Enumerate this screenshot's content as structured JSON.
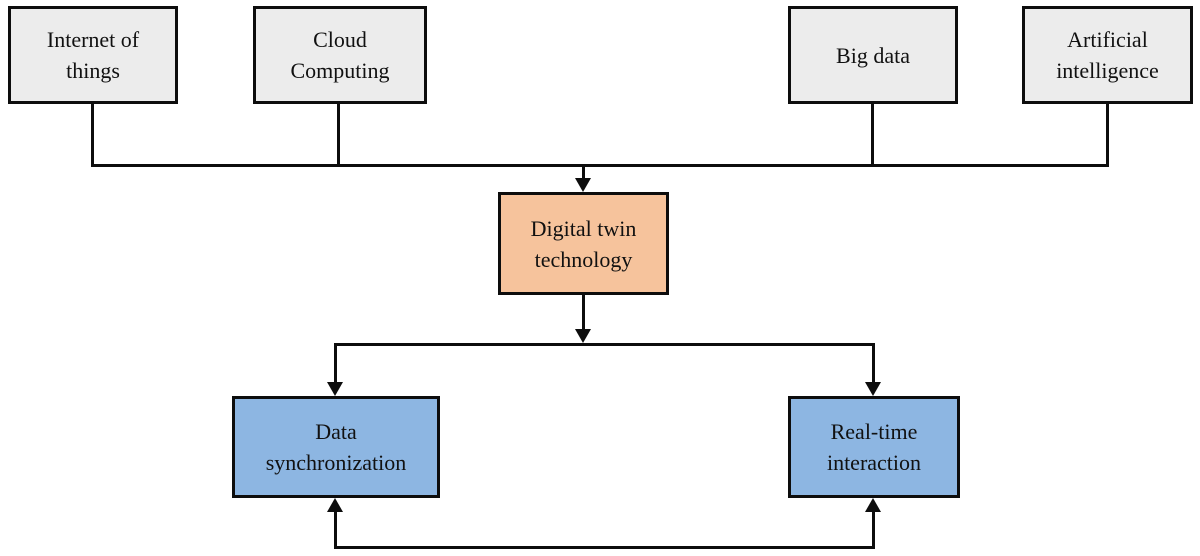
{
  "diagram": {
    "type": "flowchart",
    "background_color": "#ffffff",
    "line_color": "#0d0d0d",
    "colors": {
      "enabler_fill": "#ececec",
      "core_fill": "#f6c39c",
      "capability_fill": "#8db6e2",
      "border": "#0d0d0d"
    },
    "nodes": {
      "iot": {
        "label": "Internet of\nthings",
        "fill": "#ececec"
      },
      "cloud": {
        "label": "Cloud\nComputing",
        "fill": "#ececec"
      },
      "bigdata": {
        "label": "Big data",
        "fill": "#ececec"
      },
      "ai": {
        "label": "Artificial\nintelligence",
        "fill": "#ececec"
      },
      "digital_twin": {
        "label": "Digital twin\ntechnology",
        "fill": "#f6c39c"
      },
      "data_sync": {
        "label": "Data\nsynchronization",
        "fill": "#8db6e2"
      },
      "realtime": {
        "label": "Real-time\ninteraction",
        "fill": "#8db6e2"
      }
    },
    "edges": [
      {
        "from": "iot",
        "to": "digital_twin",
        "style": "merged-bus, arrow into digital_twin"
      },
      {
        "from": "cloud",
        "to": "digital_twin",
        "style": "merged-bus, arrow into digital_twin"
      },
      {
        "from": "bigdata",
        "to": "digital_twin",
        "style": "merged-bus, arrow into digital_twin"
      },
      {
        "from": "ai",
        "to": "digital_twin",
        "style": "merged-bus, arrow into digital_twin"
      },
      {
        "from": "digital_twin",
        "to": "split-bus",
        "style": "arrow onto split line"
      },
      {
        "from": "split-bus",
        "to": "data_sync",
        "style": "arrow down"
      },
      {
        "from": "split-bus",
        "to": "realtime",
        "style": "arrow down"
      },
      {
        "from": "data_sync",
        "to": "realtime",
        "style": "bottom loop, arrows up into both boxes"
      }
    ]
  }
}
